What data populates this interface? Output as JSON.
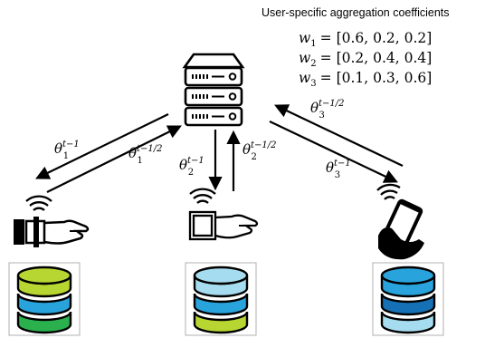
{
  "title": "User-specific aggregation coefficients",
  "coefficients": [
    {
      "var": "w",
      "sub": "1",
      "value": "= [0.6, 0.2, 0.2]"
    },
    {
      "var": "w",
      "sub": "2",
      "value": "= [0.2, 0.4, 0.4]"
    },
    {
      "var": "w",
      "sub": "3",
      "value": "= [0.1, 0.3, 0.6]"
    }
  ],
  "links": [
    {
      "down": {
        "sym": "θ",
        "sup": "t−1",
        "sub": "1"
      },
      "up": {
        "sym": "θ",
        "sup": "t−1/2",
        "sub": "1"
      }
    },
    {
      "down": {
        "sym": "θ",
        "sup": "t−1",
        "sub": "2"
      },
      "up": {
        "sym": "θ",
        "sup": "t−1/2",
        "sub": "2"
      }
    },
    {
      "down": {
        "sym": "θ",
        "sup": "t−1",
        "sub": "3"
      },
      "up": {
        "sym": "θ",
        "sup": "t−1/2",
        "sub": "3"
      }
    }
  ],
  "icons": {
    "server": "server-icon",
    "client_devices": [
      "smartwatch-wrist-icon",
      "smartwatch-wrist-icon",
      "smartphone-hand-icon"
    ],
    "databases": [
      "database-icon",
      "database-icon",
      "database-icon"
    ]
  },
  "colors": {
    "db1": [
      "#b8d631",
      "#29a3dc",
      "#2bb04e"
    ],
    "db2": [
      "#a6dcef",
      "#29a3dc",
      "#b8d631"
    ],
    "db3": [
      "#29a3dc",
      "#1570b5",
      "#a6dcef"
    ]
  }
}
